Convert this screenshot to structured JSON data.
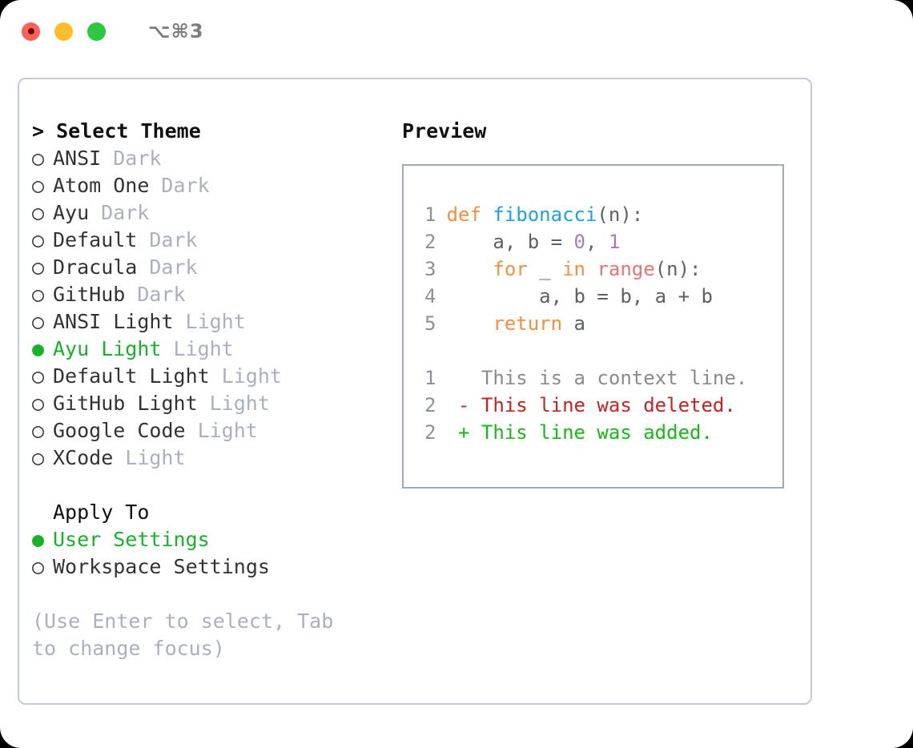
{
  "titlebar": {
    "traffic_lights": [
      {
        "name": "close-button",
        "color": "#fc6058"
      },
      {
        "name": "minimize-button",
        "color": "#fdbc2c"
      },
      {
        "name": "maximize-button",
        "color": "#2cc840"
      }
    ],
    "shortcut": "⌥⌘3"
  },
  "theme_panel": {
    "caret": ">",
    "title": "Select Theme",
    "marker_selected": "●",
    "marker_unselected": "○",
    "items": [
      {
        "label": "ANSI",
        "tag": "Dark",
        "selected": false
      },
      {
        "label": "Atom One",
        "tag": "Dark",
        "selected": false
      },
      {
        "label": "Ayu",
        "tag": "Dark",
        "selected": false
      },
      {
        "label": "Default",
        "tag": "Dark",
        "selected": false
      },
      {
        "label": "Dracula",
        "tag": "Dark",
        "selected": false
      },
      {
        "label": "GitHub",
        "tag": "Dark",
        "selected": false
      },
      {
        "label": "ANSI Light",
        "tag": "Light",
        "selected": false
      },
      {
        "label": "Ayu Light",
        "tag": "Light",
        "selected": true
      },
      {
        "label": "Default Light",
        "tag": "Light",
        "selected": false
      },
      {
        "label": "GitHub Light",
        "tag": "Light",
        "selected": false
      },
      {
        "label": "Google Code",
        "tag": "Light",
        "selected": false
      },
      {
        "label": "XCode",
        "tag": "Light",
        "selected": false
      }
    ]
  },
  "apply_to": {
    "title": "Apply To",
    "items": [
      {
        "label": "User Settings",
        "selected": true
      },
      {
        "label": "Workspace Settings",
        "selected": false
      }
    ]
  },
  "hint": "(Use Enter to select, Tab to change focus)",
  "preview": {
    "title": "Preview",
    "code_lines": [
      {
        "num": "1",
        "tokens": [
          {
            "t": "def ",
            "c": "kw"
          },
          {
            "t": "fibonacci",
            "c": "fn"
          },
          {
            "t": "(n):",
            "c": "plain"
          }
        ]
      },
      {
        "num": "2",
        "tokens": [
          {
            "t": "    a, b = ",
            "c": "plain"
          },
          {
            "t": "0",
            "c": "num"
          },
          {
            "t": ", ",
            "c": "plain"
          },
          {
            "t": "1",
            "c": "num"
          }
        ]
      },
      {
        "num": "3",
        "tokens": [
          {
            "t": "    ",
            "c": "plain"
          },
          {
            "t": "for",
            "c": "kw"
          },
          {
            "t": " _ ",
            "c": "plain"
          },
          {
            "t": "in",
            "c": "kw"
          },
          {
            "t": " ",
            "c": "plain"
          },
          {
            "t": "range",
            "c": "call"
          },
          {
            "t": "(n):",
            "c": "plain"
          }
        ]
      },
      {
        "num": "4",
        "tokens": [
          {
            "t": "        a, b = b, a + b",
            "c": "plain"
          }
        ]
      },
      {
        "num": "5",
        "tokens": [
          {
            "t": "    ",
            "c": "plain"
          },
          {
            "t": "return",
            "c": "kw"
          },
          {
            "t": " a",
            "c": "plain"
          }
        ]
      }
    ],
    "diff_lines": [
      {
        "num": "1",
        "sign": " ",
        "text": " This is a context line.",
        "kind": "ctx"
      },
      {
        "num": "2",
        "sign": "-",
        "text": " This line was deleted.",
        "kind": "del"
      },
      {
        "num": "2",
        "sign": "+",
        "text": " This line was added.",
        "kind": "add"
      }
    ]
  },
  "colors": {
    "accent_green": "#16b329",
    "muted": "#a8b1bd",
    "keyword": "#fa8d3e",
    "function": "#1ca2e6",
    "number": "#a37acc",
    "call": "#f07171",
    "diff_delete": "#cc1f1f",
    "diff_add": "#15bb15",
    "card_border": "#c4cbd6",
    "preview_border": "#9faabc"
  }
}
